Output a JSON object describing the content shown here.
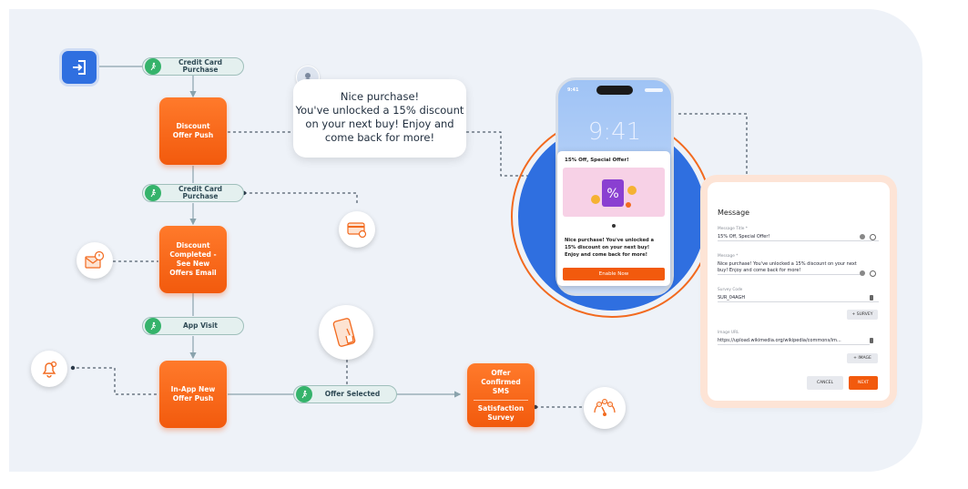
{
  "flow": {
    "trigger_1": "Credit Card Purchase",
    "step_discount_push": "Discount Offer Push",
    "trigger_2": "Credit Card Purchase",
    "step_discount_completed": "Discount Completed - See New Offers Email",
    "trigger_3": "App Visit",
    "step_inapp_push": "In-App New Offer Push",
    "trigger_offer_selected": "Offer Selected",
    "step_offer_confirmed": "Offer Confirmed SMS",
    "step_satisfaction": "Satisfaction Survey"
  },
  "bubble": {
    "text_line1": "Nice purchase!",
    "text_line2": "You've unlocked a 15% discount",
    "text_line3": "on your next buy! Enjoy and",
    "text_line4": "come back for more!"
  },
  "phone": {
    "status_time": "9:41",
    "clock": "9:41",
    "card_title": "15% Off, Special Offer!",
    "card_body": "Nice purchase! You've unlocked a 15% discount on your next buy! Enjoy and come back for more!",
    "cta": "Enable Now"
  },
  "modal": {
    "title": "Message",
    "message_title_label": "Message Title *",
    "message_title_value": "15% Off, Special Offer!",
    "message_label": "Message *",
    "message_value": "Nice purchase! You've unlocked a 15% discount on your next buy! Enjoy and come back for more!",
    "survey_code_label": "Survey Code",
    "survey_code_value": "SUR_04AGH",
    "add_survey": "+ SURVEY",
    "image_url_label": "Image URL",
    "image_url_value": "https://upload.wikimedia.org/wikipedia/commons/im...",
    "add_image": "+ IMAGE",
    "cancel": "CANCEL",
    "next": "NEXT"
  },
  "icons": [
    "sign-in-icon",
    "runner-icon",
    "user-icon",
    "credit-card-icon",
    "email-alert-icon",
    "bell-icon",
    "tap-phone-icon",
    "survey-faces-icon"
  ],
  "colors": {
    "orange": "#f25a0d",
    "green": "#35b36b",
    "blue": "#2f6fe0",
    "canvas": "#eef2f8"
  }
}
